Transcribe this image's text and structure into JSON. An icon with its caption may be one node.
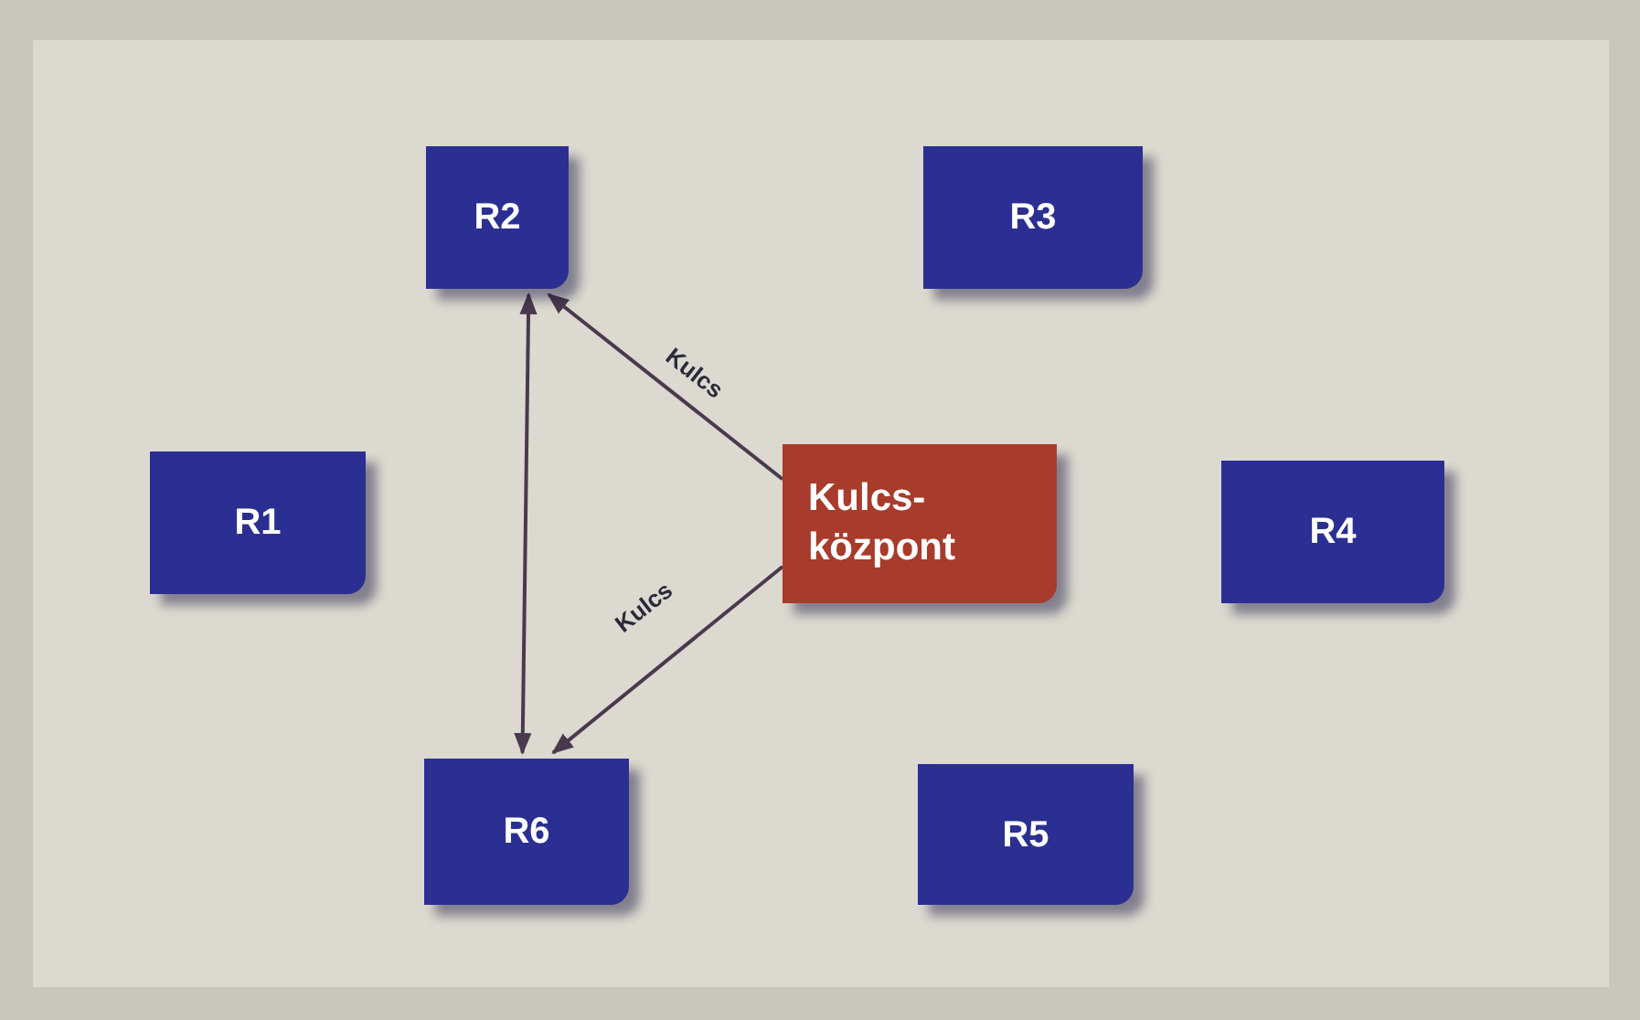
{
  "diagram": {
    "nodes": [
      {
        "text": [
          "R2"
        ]
      },
      {
        "text": [
          "R3"
        ]
      },
      {
        "text": [
          "R1"
        ]
      },
      {
        "text": [
          "Kulcs- központ"
        ]
      },
      {
        "text": [
          "R4"
        ]
      },
      {
        "text": [
          "R6"
        ]
      },
      {
        "text": [
          "R5"
        ]
      }
    ],
    "edges": [
      {
        "from": 3,
        "to": 0,
        "arrow": "to",
        "label": "Kulcs"
      },
      {
        "from": 3,
        "to": 5,
        "arrow": "to",
        "label": "Kulcs"
      },
      {
        "from": 0,
        "to": 5,
        "arrow": "both"
      }
    ]
  }
}
